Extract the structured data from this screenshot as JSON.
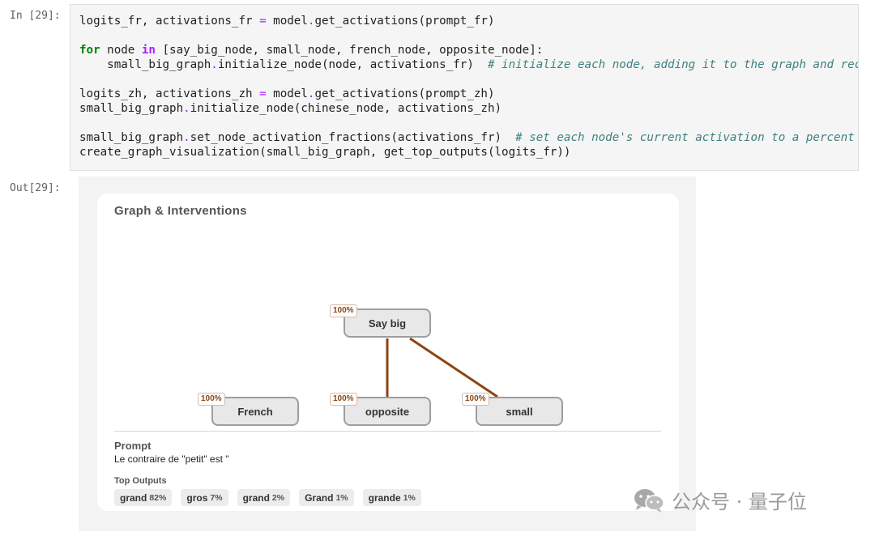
{
  "notebook": {
    "in_label": "In [29]:",
    "out_label": "Out[29]:"
  },
  "code": {
    "lines": [
      [
        {
          "t": "logits_fr, activations_fr "
        },
        {
          "t": "=",
          "c": "op"
        },
        {
          "t": " model"
        },
        {
          "t": ".",
          "c": "op"
        },
        {
          "t": "get_activations(prompt_fr)"
        }
      ],
      [],
      [
        {
          "t": "for",
          "c": "kw"
        },
        {
          "t": " node "
        },
        {
          "t": "in",
          "c": "in"
        },
        {
          "t": " [say_big_node, small_node, french_node, opposite_node]:"
        }
      ],
      [
        {
          "t": "    small_big_graph"
        },
        {
          "t": ".",
          "c": "op"
        },
        {
          "t": "initialize_node(node, activations_fr)  "
        },
        {
          "t": "# initialize each node, adding it to the graph and rec",
          "c": "cm"
        }
      ],
      [],
      [
        {
          "t": "logits_zh, activations_zh "
        },
        {
          "t": "=",
          "c": "op"
        },
        {
          "t": " model"
        },
        {
          "t": ".",
          "c": "op"
        },
        {
          "t": "get_activations(prompt_zh)"
        }
      ],
      [
        {
          "t": "small_big_graph"
        },
        {
          "t": ".",
          "c": "op"
        },
        {
          "t": "initialize_node(chinese_node, activations_zh)"
        }
      ],
      [],
      [
        {
          "t": "small_big_graph"
        },
        {
          "t": ".",
          "c": "op"
        },
        {
          "t": "set_node_activation_fractions(activations_fr)  "
        },
        {
          "t": "# set each node's current activation to a percent",
          "c": "cm"
        }
      ],
      [
        {
          "t": "create_graph_visualization(small_big_graph, get_top_outputs(logits_fr))"
        }
      ]
    ]
  },
  "widget": {
    "title": "Graph & Interventions",
    "nodes": {
      "say_big": {
        "label": "Say big",
        "pct": "100%"
      },
      "french": {
        "label": "French",
        "pct": "100%"
      },
      "opposite": {
        "label": "opposite",
        "pct": "100%"
      },
      "small": {
        "label": "small",
        "pct": "100%"
      }
    },
    "edge_color": "#8b4513",
    "prompt_heading": "Prompt",
    "prompt_text": "Le contraire de \"petit\" est \"",
    "top_outputs_heading": "Top Outputs",
    "top_outputs": [
      {
        "token": "grand",
        "prob": "82%"
      },
      {
        "token": "gros",
        "prob": "7%"
      },
      {
        "token": "grand",
        "prob": "2%"
      },
      {
        "token": "Grand",
        "prob": "1%"
      },
      {
        "token": "grande",
        "prob": "1%"
      }
    ]
  },
  "watermark": {
    "icon": "wechat-icon",
    "text": "公众号 · 量子位"
  }
}
